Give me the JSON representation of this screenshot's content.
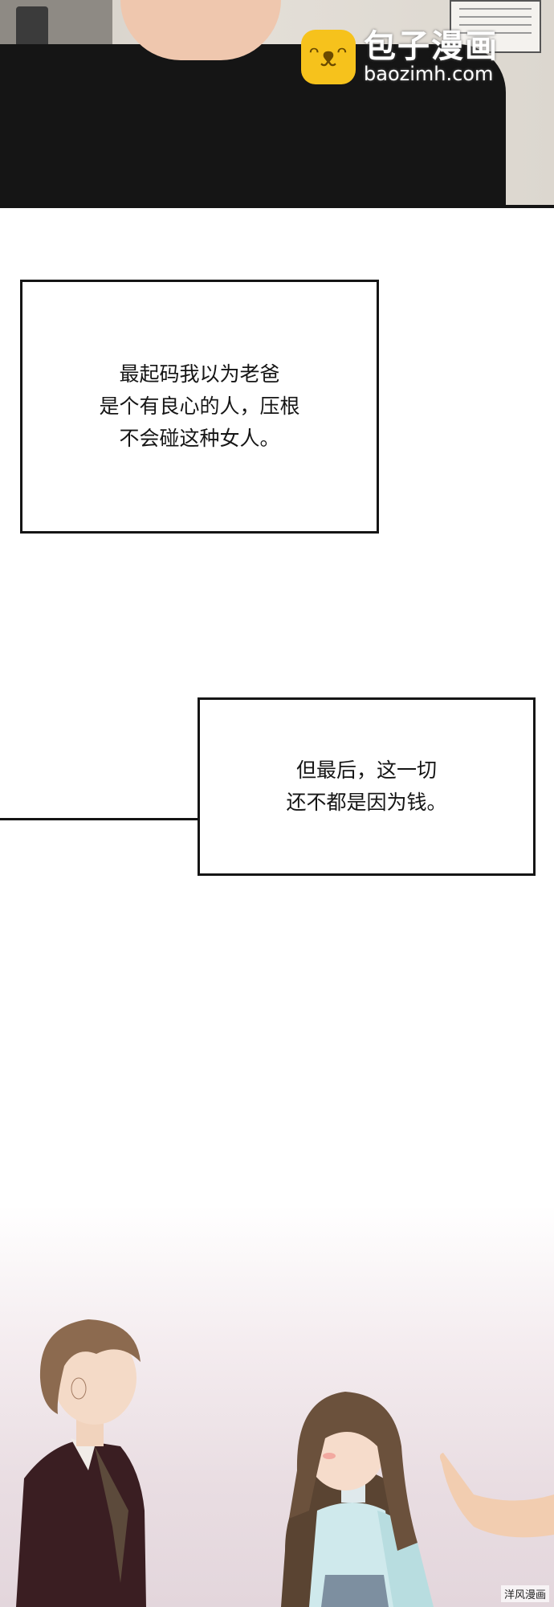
{
  "watermark": {
    "brand": "包子漫画",
    "url": "baozimh.com",
    "logo_color": "#f6c21c"
  },
  "captions": [
    {
      "text": "最起码我以为老爸\n是个有良心的人，压根\n不会碰这种女人。"
    },
    {
      "text": "但最后，这一切\n还不都是因为钱。"
    }
  ],
  "footer": {
    "credit": "洋风漫画"
  }
}
